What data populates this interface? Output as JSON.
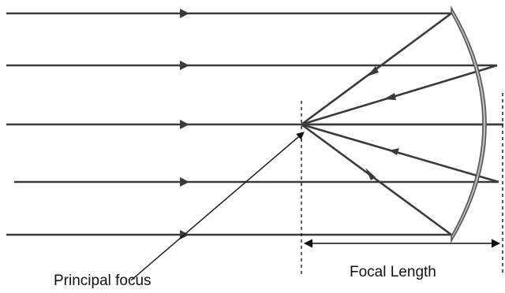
{
  "diagram": {
    "labels": {
      "principal_focus": "Principal focus",
      "focal_length": "Focal Length"
    },
    "colors": {
      "ray": "#3a3a3a",
      "mirror_fill": "#bdbdbd",
      "mirror_stroke": "#555555",
      "guide": "#222222",
      "background": "#ffffff"
    },
    "incident_ray_count": 5,
    "reflected_ray_count": 5,
    "mirror_type": "concave"
  }
}
